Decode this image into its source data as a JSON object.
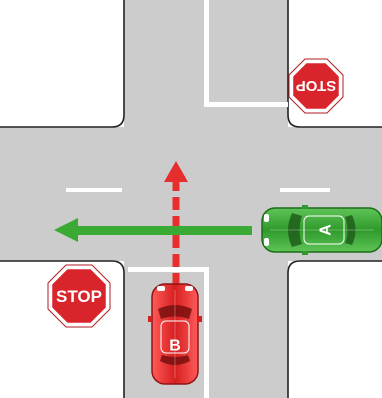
{
  "colors": {
    "background": "#ffffff",
    "road": "#cccccc",
    "road_edge": "#222222",
    "lane_marking": "#ffffff",
    "stop_sign": "#d8242a",
    "car_a": "#39a832",
    "car_a_path": "#3aaa35",
    "car_b": "#e12e2e",
    "car_b_path": "#e62e2e"
  },
  "signs": {
    "top_right": {
      "label": "STOP"
    },
    "bottom_left": {
      "label": "STOP"
    }
  },
  "vehicles": {
    "car_a": {
      "label": "A",
      "heading": "west",
      "icon": "car-icon"
    },
    "car_b": {
      "label": "B",
      "heading": "north",
      "icon": "car-icon"
    }
  },
  "paths": {
    "car_a": {
      "style": "solid",
      "direction": "straight"
    },
    "car_b": {
      "style": "dashed",
      "direction": "straight"
    }
  }
}
